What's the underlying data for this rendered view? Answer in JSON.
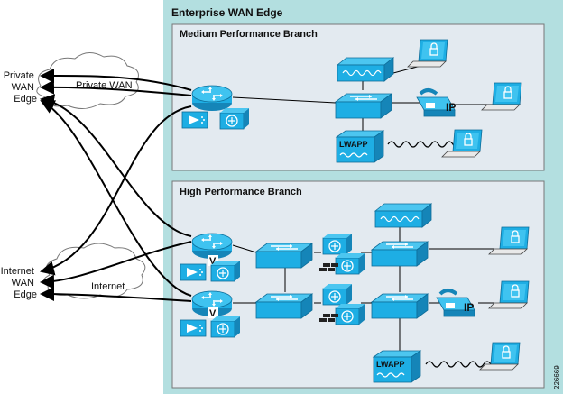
{
  "enterprise_title": "Enterprise WAN Edge",
  "medium_branch_title": "Medium Performance Branch",
  "high_branch_title": "High Performance Branch",
  "private_wan_edge": [
    "Private",
    "WAN",
    "Edge"
  ],
  "private_wan_cloud": "Private WAN",
  "internet_wan_edge": [
    "Internet",
    "WAN",
    "Edge"
  ],
  "internet_cloud": "Internet",
  "lwapp_label": "LWAPP",
  "ip_label": "IP",
  "v_label": "V",
  "figure_id": "226669",
  "colors": {
    "panel_bg": "#b3dfe0",
    "branch_bg": "#e3eaf0",
    "device_blue": "#1eaee4",
    "device_dark": "#1585b8"
  },
  "icons": [
    "router-icon",
    "switch-icon",
    "wireless-ap-icon",
    "laptop-icon",
    "ip-phone-icon",
    "firewall-icon",
    "ids-icon",
    "cloud-icon"
  ]
}
